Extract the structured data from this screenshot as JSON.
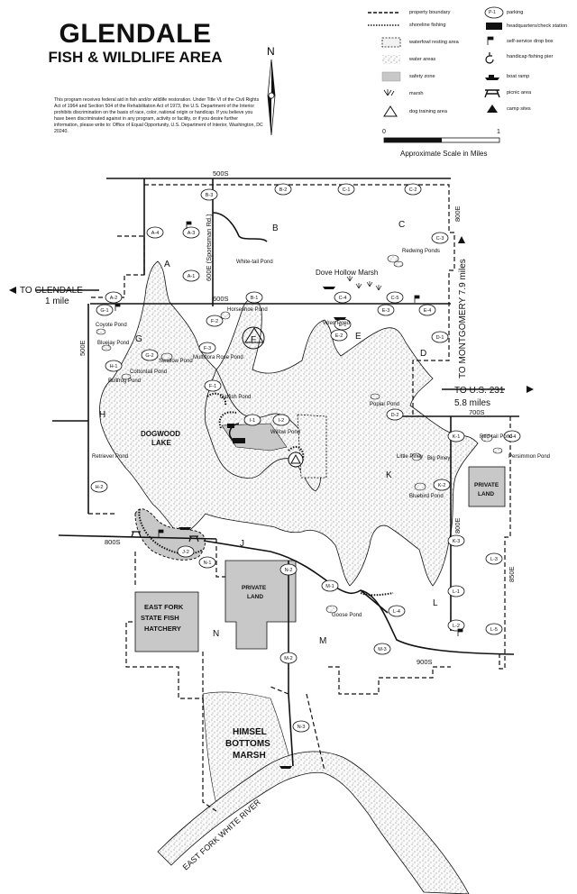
{
  "title": {
    "main": "GLENDALE",
    "sub": "FISH & WILDLIFE AREA"
  },
  "disclaimer": "This program receives federal aid in fish and/or wildlife restoration. Under Title VI of the Civil Rights Act of 1964 and Section 504 of the Rehabilitation Act of 1973, the U.S. Department of the Interior prohibits discrimination on the basis of race, color, national origin or handicap. If you believe you have been discriminated against in any program, activity or facility, or if you desire further information, please write to: Office of Equal Opportunity, U.S. Department of Interior, Washington, DC 20240.",
  "north_label": "N",
  "legend": {
    "left": [
      {
        "icon": "property-boundary",
        "label": "property boundary"
      },
      {
        "icon": "shoreline-fishing",
        "label": "shoreline fishing"
      },
      {
        "icon": "waterfowl-resting",
        "label": "waterfowl resting area"
      },
      {
        "icon": "water-areas",
        "label": "water areas"
      },
      {
        "icon": "safety-zone",
        "label": "safety zone"
      },
      {
        "icon": "marsh",
        "label": "marsh"
      },
      {
        "icon": "dog-training",
        "label": "dog training area"
      }
    ],
    "right": [
      {
        "icon": "parking",
        "label": "parking",
        "badge": "P-1"
      },
      {
        "icon": "headquarters",
        "label": "headquarters/check station"
      },
      {
        "icon": "drop-box",
        "label": "self-service drop box"
      },
      {
        "icon": "handicap-pier",
        "label": "handicap fishing pier"
      },
      {
        "icon": "boat-ramp",
        "label": "boat ramp"
      },
      {
        "icon": "picnic",
        "label": "picnic area"
      },
      {
        "icon": "camp",
        "label": "camp sites"
      }
    ]
  },
  "scale": {
    "zero": "0",
    "one": "1",
    "caption": "Approximate Scale in Miles"
  },
  "roads": {
    "r500s": "500S",
    "r600s": "600S",
    "r700s": "700S",
    "r800s": "800S",
    "r900s": "900S",
    "r500e": "500E",
    "r600e": "600E (Sportsman Rd.)",
    "r800e_top": "800E",
    "r800e": "800E",
    "r850e": "850E"
  },
  "directions": {
    "glendale": "TO GLENDALE",
    "glendale_dist": "1 mile",
    "montgomery": "TO MONTGOMERY 7.9 miles",
    "us231": "TO U.S. 231",
    "us231_dist": "5.8 miles"
  },
  "areas": [
    "A",
    "B",
    "C",
    "D",
    "E",
    "F",
    "G",
    "H",
    "J",
    "K",
    "L",
    "M",
    "N"
  ],
  "parking": [
    "A-1",
    "A-2",
    "A-3",
    "A-4",
    "B-1",
    "B-2",
    "B-3",
    "C-1",
    "C-2",
    "C-3",
    "C-4",
    "C-5",
    "D-1",
    "D-2",
    "E-1",
    "E-2",
    "E-3",
    "E-4",
    "F-1",
    "F-2",
    "F-3",
    "G-1",
    "G-2",
    "H-1",
    "H-2",
    "I-1",
    "I-2",
    "J-2",
    "K-1",
    "K-2",
    "K-3",
    "K-4",
    "L-1",
    "L-2",
    "L-3",
    "L-5",
    "M-1",
    "M-2",
    "M-3",
    "L-4",
    "N-1",
    "N-2",
    "N-3"
  ],
  "ponds": {
    "whitetail": "White-tail\nPond",
    "redwing": "Redwing\nPonds",
    "dovehollow": "Dove Hollow Marsh",
    "horseshoe": "Horseshoe\nPond",
    "wren": "Wren\nPond",
    "coyote": "Coyote\nPond",
    "bluejay": "Bluejay\nPond",
    "swallow": "Swallow\nPond",
    "cottontail": "Cottontail\nPond",
    "bullfrog": "Bullfrog\nPond",
    "multiflora": "Multiflora\nRose Pond",
    "catfish": "Catfish Pond",
    "willow": "Willow Pond",
    "poplar": "Poplar\nPond",
    "littlepiney": "Little\nPiney",
    "bigpiney": "Big\nPiney",
    "bluebird": "Bluebird\nPond",
    "redtail": "Red-tail\nPond",
    "persimmon": "Persimmon Pond",
    "retriever": "Retriever\nPond",
    "goose": "Goose\nPond"
  },
  "lake": {
    "line1": "DOGWOOD",
    "line2": "LAKE"
  },
  "private_land_1": {
    "line1": "PRIVATE",
    "line2": "LAND"
  },
  "private_land_2": {
    "line1": "PRIVATE",
    "line2": "LAND"
  },
  "hatchery": {
    "line1": "EAST FORK",
    "line2": "STATE FISH",
    "line3": "HATCHERY"
  },
  "himsel": {
    "line1": "HIMSEL",
    "line2": "BOTTOMS",
    "line3": "MARSH"
  },
  "river": "EAST FORK WHITE RIVER",
  "colors": {
    "water": "#f4f4f4",
    "gray_zone": "#c8c8c8",
    "ink": "#111111"
  }
}
